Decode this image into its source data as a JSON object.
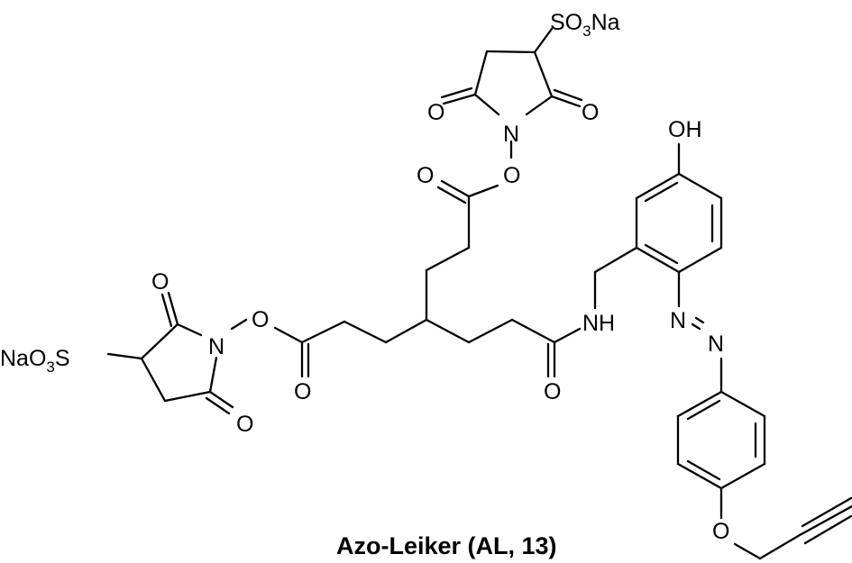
{
  "molecule": {
    "name": "Azo-Leiker (AL, 13)",
    "labels": {
      "so3na_top_main": "SO",
      "so3na_top_sub": "3",
      "so3na_top_tail": "Na",
      "naso3_left_main": "NaO",
      "naso3_left_sub": "3",
      "naso3_left_tail": "S",
      "oxygen": "O",
      "nitrogen": "N",
      "amine": "NH",
      "hydroxyl": "OH"
    }
  }
}
